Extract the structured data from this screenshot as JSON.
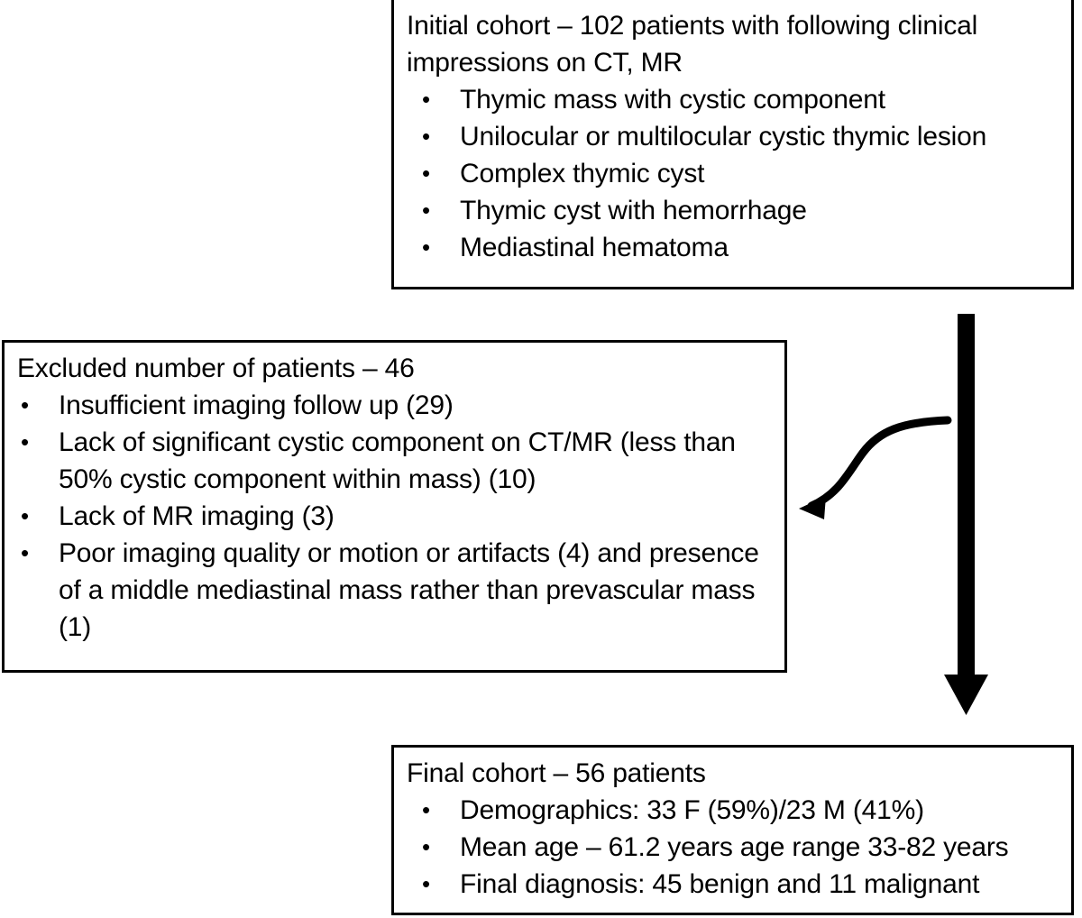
{
  "diagram": {
    "title": "Patient cohort selection flowchart",
    "stroke_color": "#000000",
    "background_color": "#ffffff"
  },
  "initial_cohort": {
    "heading": "Initial cohort – 102 patients with following clinical impressions on CT, MR",
    "bullets": [
      "Thymic mass with cystic component",
      "Unilocular or multilocular cystic thymic lesion",
      "Complex thymic cyst",
      "Thymic cyst with hemorrhage",
      "Mediastinal hematoma"
    ]
  },
  "excluded": {
    "heading": "Excluded number of patients – 46",
    "bullets": [
      "Insufficient imaging follow up (29)",
      "Lack of significant cystic component on CT/MR (less than 50% cystic component within mass) (10)",
      "Lack of MR imaging (3)",
      "Poor imaging quality or motion or artifacts (4) and presence of a middle mediastinal mass rather than prevascular mass (1)"
    ]
  },
  "final_cohort": {
    "heading": "Final cohort – 56 patients",
    "bullets": [
      "Demographics: 33 F (59%)/23 M (41%)",
      " Mean age – 61.2 years age range 33-82 years",
      "Final diagnosis: 45 benign and 11 malignant"
    ]
  },
  "arrows": {
    "main_flow_label": "down-arrow",
    "exclusion_label": "curved-left-arrow"
  }
}
